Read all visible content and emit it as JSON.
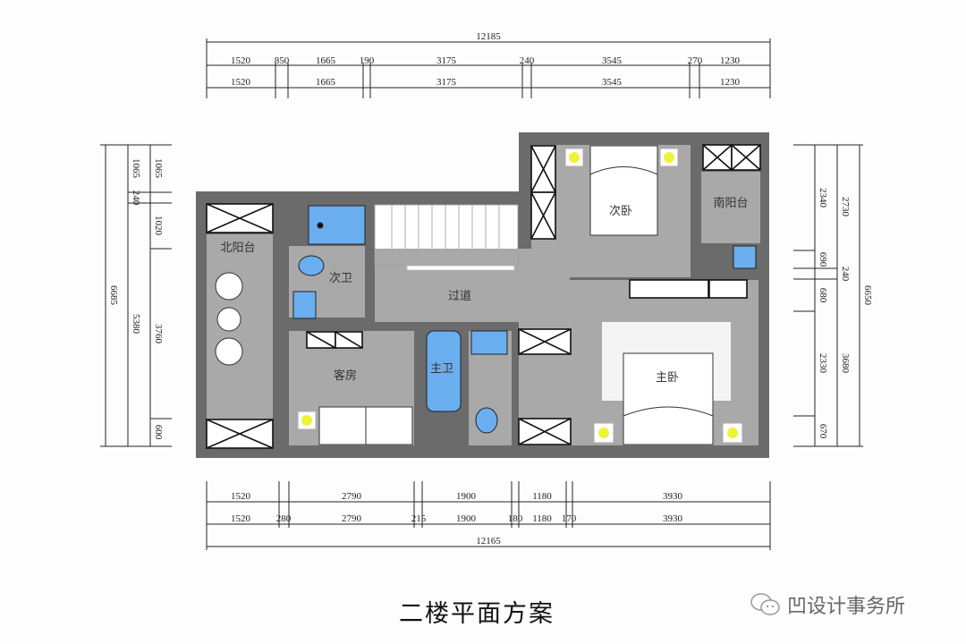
{
  "title": "二楼平面方案",
  "watermark": {
    "icon": "wechat-icon",
    "text": "凹设计事务所"
  },
  "dimensions": {
    "top_total": "12185",
    "top_row1": [
      "1520",
      "850",
      "1665",
      "190",
      "3175",
      "240",
      "3545",
      "270",
      "1230"
    ],
    "top_row2": [
      "1520",
      "1665",
      "3175",
      "3545",
      "1230"
    ],
    "bottom_row1": [
      "1520",
      "2790",
      "1900",
      "1180",
      "3930"
    ],
    "bottom_row2": [
      "1520",
      "280",
      "2790",
      "215",
      "1900",
      "180",
      "1180",
      "170",
      "3930"
    ],
    "bottom_total": "12165",
    "left_outer": "6685",
    "left_mid": [
      "1065",
      "240",
      "5380"
    ],
    "left_inner": [
      "1065",
      "1020",
      "3760",
      "600"
    ],
    "right_inner": [
      "2340",
      "690",
      "680",
      "2330",
      "670"
    ],
    "right_mid": [
      "2730",
      "240",
      "3680"
    ],
    "right_outer": "6650"
  },
  "rooms": {
    "north_balcony": "北阳台",
    "second_bath": "次卫",
    "corridor": "过道",
    "guest_room": "客房",
    "master_bath": "主卫",
    "second_bedroom": "次卧",
    "south_balcony": "南阳台",
    "master_bedroom": "主卧"
  },
  "colors": {
    "wall": "#6b6b6b",
    "floor": "#a9a9a9",
    "water": "#6aaef0",
    "lamp": "#eef23a",
    "furniture": "#ffffff"
  }
}
